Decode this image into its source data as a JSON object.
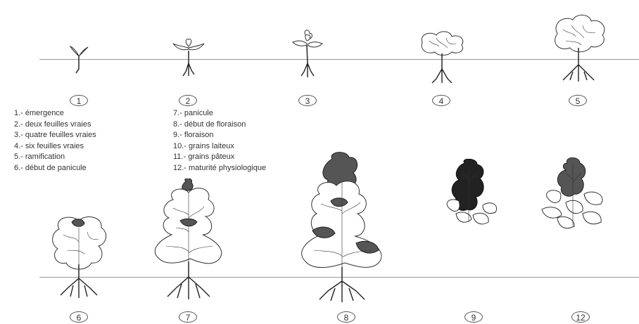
{
  "stages": {
    "s1": "1",
    "s2": "2",
    "s3": "3",
    "s4": "4",
    "s5": "5",
    "s6": "6",
    "s7": "7",
    "s8": "8",
    "s9": "9",
    "s12": "12"
  },
  "legend_left": [
    "1.- émergence",
    "2.- deux feuilles vraies",
    "3.- quatre feuilles vraies",
    "4.- six feuilles vraies",
    "5.- ramification",
    "6.- début de panicule"
  ],
  "legend_right": [
    "7.- panicule",
    "8.- début de floraison",
    "9.- floraison",
    "10.- grains laiteux",
    "11.- grains pâteux",
    "12.- maturité physiologique"
  ]
}
